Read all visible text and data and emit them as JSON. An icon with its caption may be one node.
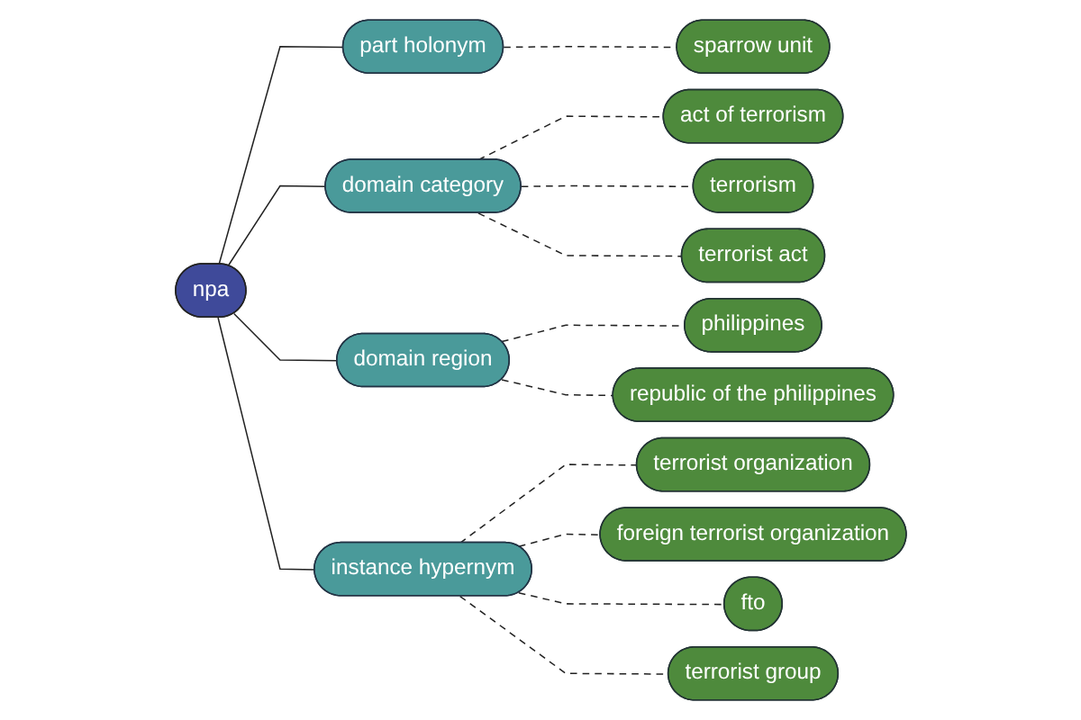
{
  "diagram": {
    "nodes": [
      {
        "text": [
          "sparrow unit"
        ]
      },
      {
        "text": [
          "act of terrorism"
        ]
      },
      {
        "text": [
          "part holonym"
        ]
      },
      {
        "text": [
          "terrorism"
        ]
      },
      {
        "text": [
          "domain category"
        ]
      },
      {
        "text": [
          "terrorist act"
        ]
      },
      {
        "text": [
          "npa"
        ]
      },
      {
        "text": [
          "philippines"
        ]
      },
      {
        "text": [
          "domain region"
        ]
      },
      {
        "text": [
          "terrorist organization"
        ]
      },
      {
        "text": [
          "instance hypernym"
        ]
      },
      {
        "text": [
          "republic of the philippines"
        ]
      },
      {
        "text": [
          "fto"
        ]
      },
      {
        "text": [
          "foreign terrorist organization"
        ]
      },
      {
        "text": [
          "terrorist group"
        ]
      }
    ],
    "edges": [
      {
        "from": 6,
        "to": 2,
        "arrow": "none"
      },
      {
        "from": 6,
        "to": 4,
        "arrow": "none"
      },
      {
        "from": 6,
        "to": 8,
        "arrow": "none"
      },
      {
        "from": 6,
        "to": 10,
        "arrow": "none"
      },
      {
        "from": 2,
        "to": 0,
        "arrow": "none",
        "style": "dashed"
      },
      {
        "from": 4,
        "to": 1,
        "arrow": "none",
        "style": "dashed"
      },
      {
        "from": 4,
        "to": 3,
        "arrow": "none",
        "style": "dashed"
      },
      {
        "from": 4,
        "to": 5,
        "arrow": "none",
        "style": "dashed"
      },
      {
        "from": 8,
        "to": 7,
        "arrow": "none",
        "style": "dashed"
      },
      {
        "from": 8,
        "to": 11,
        "arrow": "none",
        "style": "dashed"
      },
      {
        "from": 10,
        "to": 9,
        "arrow": "none",
        "style": "dashed"
      },
      {
        "from": 10,
        "to": 13,
        "arrow": "none",
        "style": "dashed"
      },
      {
        "from": 10,
        "to": 12,
        "arrow": "none",
        "style": "dashed"
      },
      {
        "from": 10,
        "to": 14,
        "arrow": "none",
        "style": "dashed"
      }
    ]
  }
}
